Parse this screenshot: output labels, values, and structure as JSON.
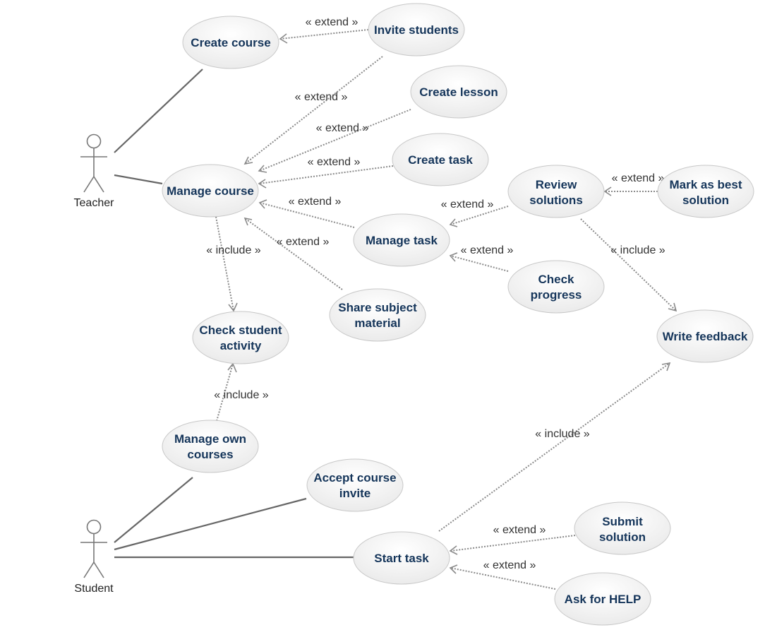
{
  "actors": {
    "teacher": {
      "name": "Teacher"
    },
    "student": {
      "name": "Student"
    }
  },
  "use_cases": {
    "create_course": [
      "Create course"
    ],
    "invite_students": [
      "Invite students"
    ],
    "create_lesson": [
      "Create lesson"
    ],
    "create_task": [
      "Create task"
    ],
    "manage_course": [
      "Manage course"
    ],
    "manage_task": [
      "Manage task"
    ],
    "review_solutions": [
      "Review",
      "solutions"
    ],
    "mark_best": [
      "Mark as best",
      "solution"
    ],
    "check_progress": [
      "Check",
      "progress"
    ],
    "share_material": [
      "Share subject",
      "material"
    ],
    "check_activity": [
      "Check student",
      "activity"
    ],
    "write_feedback": [
      "Write feedback"
    ],
    "manage_own": [
      "Manage own",
      "courses"
    ],
    "accept_invite": [
      "Accept course",
      "invite"
    ],
    "start_task": [
      "Start task"
    ],
    "submit_solution": [
      "Submit",
      "solution"
    ],
    "ask_help": [
      "Ask for HELP"
    ]
  },
  "relations": {
    "invite_to_create": "« extend »",
    "invite_to_manage": "« extend »",
    "lesson_to_manage": "« extend »",
    "task_to_manage": "« extend »",
    "managetask_to_manage": "« extend »",
    "share_to_manage": "« extend »",
    "review_to_managetask": "« extend »",
    "progress_to_managetask": "« extend »",
    "mark_to_review": "« extend »",
    "review_to_feedback": "« include »",
    "manage_to_activity": "« include »",
    "own_to_activity": "« include »",
    "start_to_feedback": "« include »",
    "submit_to_start": "« extend »",
    "help_to_start": "« extend »"
  }
}
